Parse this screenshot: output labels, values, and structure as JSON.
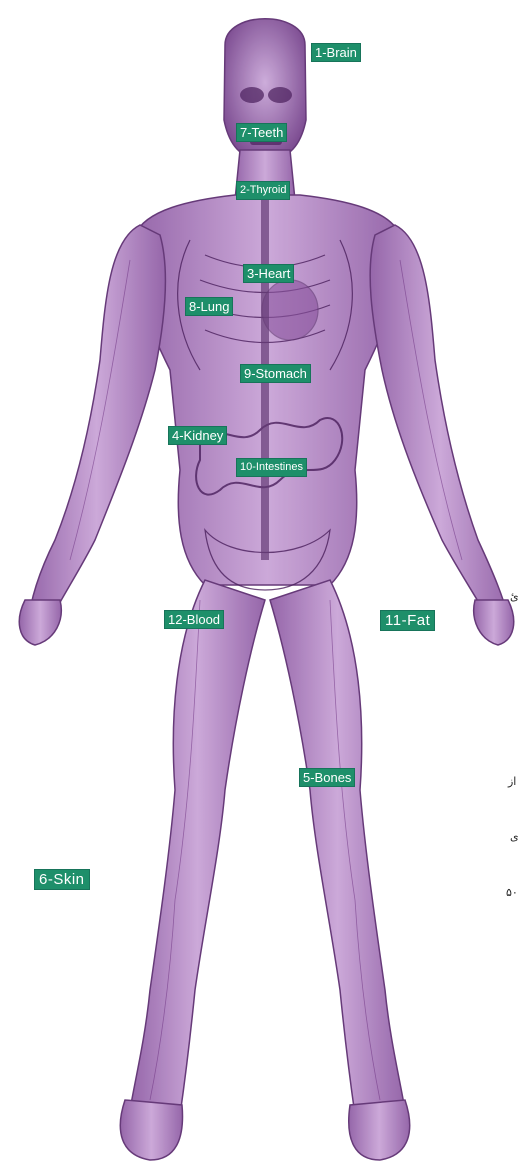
{
  "labels": {
    "brain": "1-Brain",
    "thyroid": "2-Thyroid",
    "heart": "3-Heart",
    "kidney": "4-Kidney",
    "bones": "5-Bones",
    "skin": "6-Skin",
    "teeth": "7-Teeth",
    "lung": "8-Lung",
    "stomach": "9-Stomach",
    "intestines": "10-Intestines",
    "fat": "11-Fat",
    "blood": "12-Blood"
  },
  "side_text": {
    "line1": "ئ",
    "line2": "از",
    "line3": "ی",
    "line4": "۵۰"
  },
  "colors": {
    "body_fill": "#b68bc6",
    "body_stroke": "#5a2a6e",
    "label_bg": "#1e8f6a",
    "label_text": "#ffffff"
  }
}
